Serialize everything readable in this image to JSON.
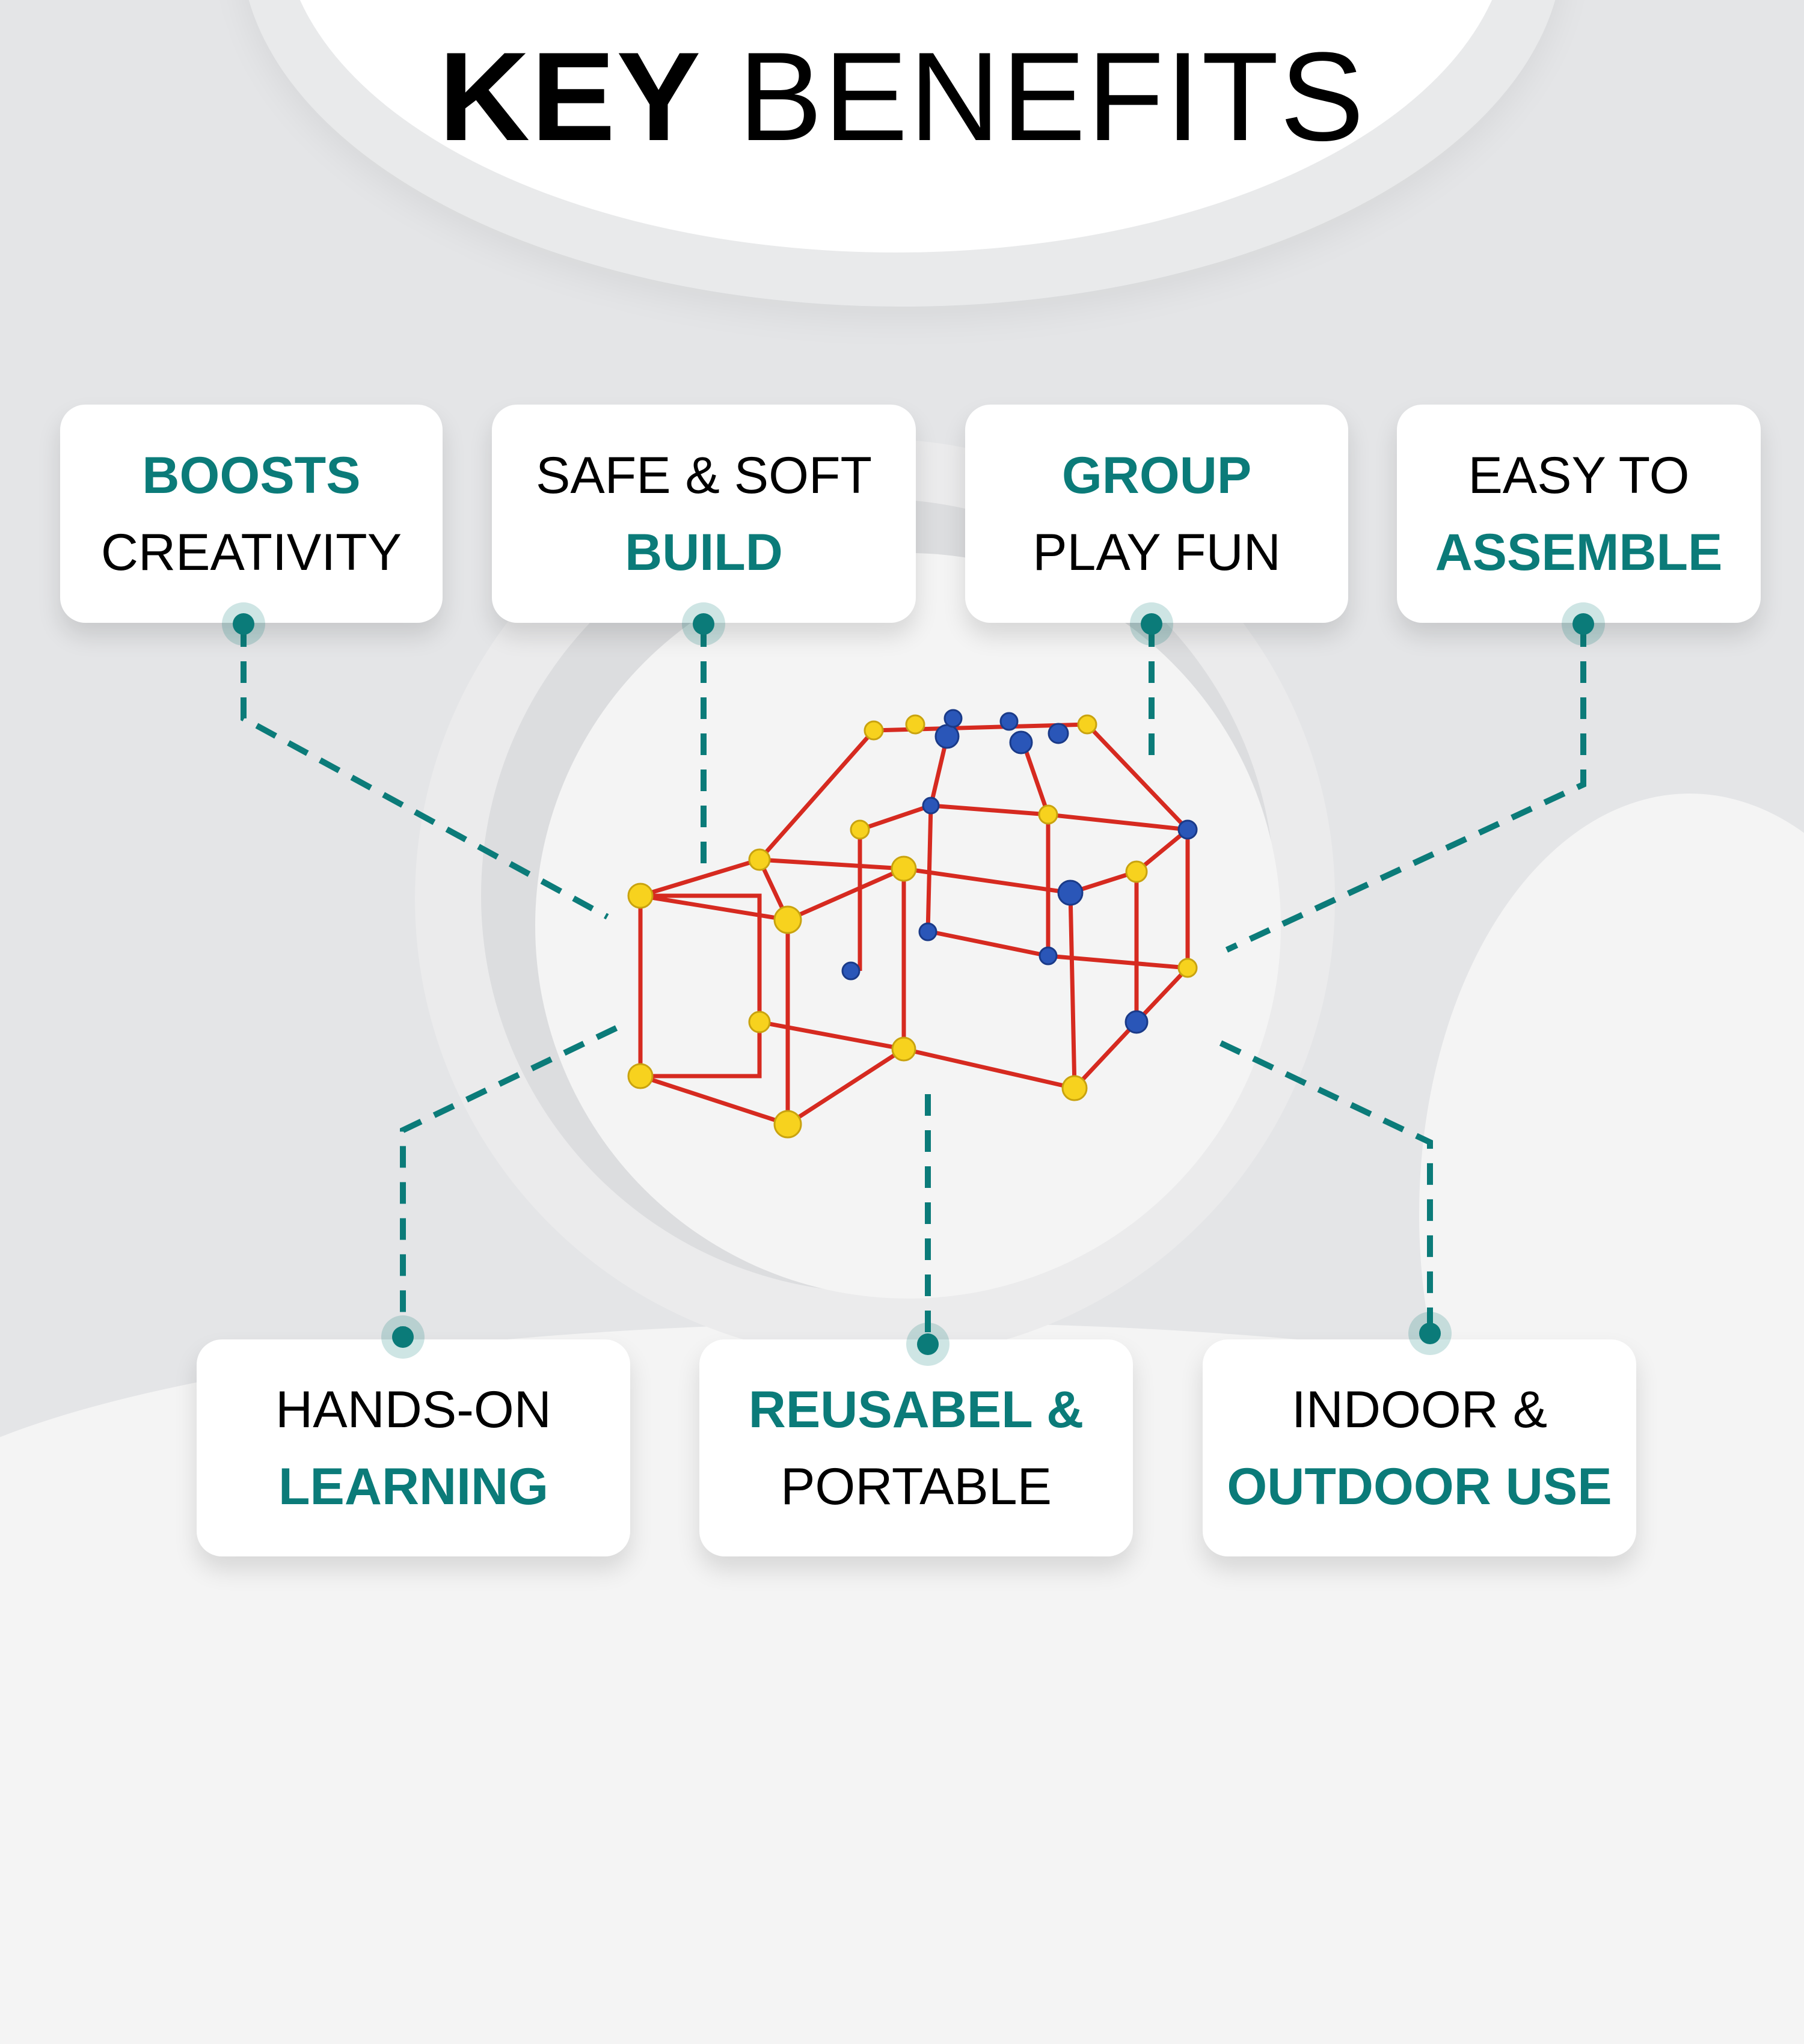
{
  "header": {
    "title_strong": "KEY",
    "title_rest": "BENEFITS"
  },
  "colors": {
    "accent": "#0b7b79",
    "text": "#000000",
    "card": "#ffffff",
    "background": "#e4e5e7"
  },
  "benefits_top": [
    {
      "line1": "BOOSTS",
      "line2": "CREATIVITY",
      "highlight": "line1"
    },
    {
      "line1": "SAFE & SOFT",
      "line2": "BUILD",
      "highlight": "line2"
    },
    {
      "line1": "GROUP",
      "line2": "PLAY FUN",
      "highlight": "line1"
    },
    {
      "line1": "EASY TO",
      "line2": "ASSEMBLE",
      "highlight": "line2"
    }
  ],
  "benefits_bottom": [
    {
      "line1": "HANDS-ON",
      "line2": "LEARNING",
      "highlight": "line2"
    },
    {
      "line1": "REUSABEL &",
      "line2": "PORTABLE",
      "highlight": "line1"
    },
    {
      "line1": "INDOOR &",
      "line2": "OUTDOOR USE",
      "highlight": "line2"
    }
  ],
  "product": {
    "icon": "fort-building-kit-icon",
    "rod_color": "#d62a20",
    "ball_yellow": "#f7d21e",
    "ball_blue": "#2a56b8"
  }
}
